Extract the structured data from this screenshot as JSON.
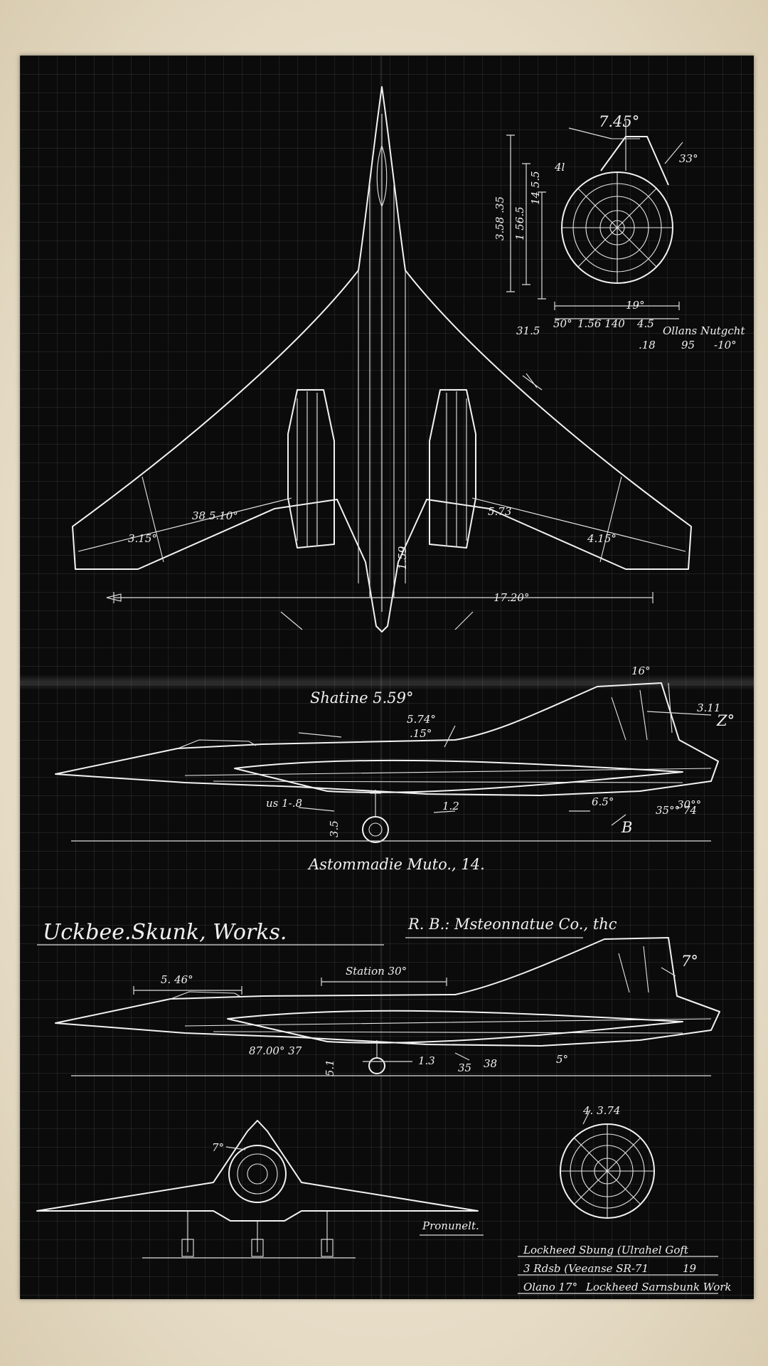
{
  "header": {
    "company_stamp": "Uckbee.Skunk, Works.",
    "company_subtitle": "R. B.: Msteonnatue Co., thc"
  },
  "engine_detail": {
    "top": "7.45°",
    "left_tag": "4l",
    "right_tag": "33°",
    "v_label_1": "3.58 .35",
    "v_label_2": "1 56.5",
    "v_label_3": "14 5.5",
    "angle": "19°",
    "row1_a": "50°",
    "row1_b": "1.56 140",
    "row1_c": "4.5",
    "row1_d": "31.5",
    "row2_a": ".18",
    "row2_b": "95",
    "row2_c": "-10°",
    "note": "Ollans Nutgcht"
  },
  "plan_view": {
    "left_wing": "38 5.10°",
    "left_tip": "3.15°",
    "right_wing": "5.73",
    "right_tip": "4.15°",
    "span": "17.20°",
    "center": "1.59"
  },
  "side_view_upper": {
    "station": "Shatine 5.59°",
    "callout_1": "5.74°",
    "callout_2": ".15°",
    "tail_top": "16°",
    "tail_right": "3.11",
    "tail_tag": "Z°",
    "gear_left": "us 1-.8",
    "gear_left_v": "3.5",
    "gear_mid": "1.2",
    "rear_1": "6.5°",
    "rear_2": "35°° 74",
    "rear_3": "30°°",
    "rear_tag": "B",
    "caption": "Astommadie Muto., 14."
  },
  "side_view_lower": {
    "nose_dim": "5. 46°",
    "station": "Station 30°",
    "tail_tag": "7°",
    "belly": "87.00° 37",
    "gear_v": "5.1",
    "gear_mid": "1.3",
    "rear_1": "35",
    "rear_2": "38",
    "rear_3": "5°"
  },
  "front_view": {
    "tag": "7°",
    "label": "Pronunelt."
  },
  "engine_front": {
    "tag": "4. 3.74"
  },
  "title_block": {
    "line_1": "Lockheed Sbung (Ulrahel Goft",
    "line_2": "3 Rdsb (Veeanse SR-71",
    "line_2_num": "19",
    "line_3": "Olano 17°",
    "line_3_right": "Lockheed Sarnsbunk Work"
  }
}
